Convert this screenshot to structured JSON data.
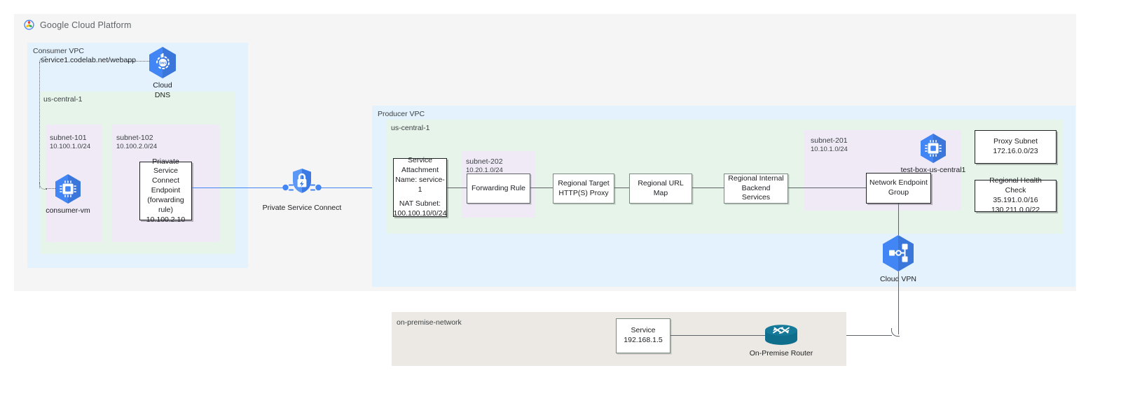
{
  "header": {
    "brand": "Google Cloud Platform",
    "logo_icon": "google-cloud-logo"
  },
  "consumer": {
    "vpc_label": "Consumer VPC",
    "region_label": "us-central-1",
    "dns_url": "service1.codelab.net/webapp",
    "cloud_dns": {
      "label": "Cloud\nDNS",
      "icon": "cloud-dns-icon"
    },
    "subnets": [
      {
        "name": "subnet-101",
        "cidr": "10.100.1.0/24"
      },
      {
        "name": "subnet-102",
        "cidr": "10.100.2.0/24"
      }
    ],
    "vm": {
      "label": "consumer-vm",
      "icon": "compute-engine-vm-icon"
    },
    "psc_endpoint": {
      "line1": "Priavate Service",
      "line2": "Connect Endpoint",
      "line3": "(forwarding rule)",
      "line4": "10.100.2.10"
    }
  },
  "psc": {
    "label": "Private Service Connect",
    "icon": "private-service-connect-icon"
  },
  "producer": {
    "vpc_label": "Producer VPC",
    "region_label": "us-central-1",
    "service_attachment": {
      "line1": "Service",
      "line2": "Attachment",
      "line3": "Name: service-1",
      "line4": "NAT Subnet:",
      "line5": "100.100.10/0/24"
    },
    "subnet_202": {
      "name": "subnet-202",
      "cidr": "10.20.1.0/24"
    },
    "forwarding_rule": "Forwarding Rule",
    "target_proxy": {
      "line1": "Regional Target",
      "line2": "HTTP(S) Proxy"
    },
    "url_map": "Regional URL Map",
    "backend_services": {
      "line1": "Regional Internal",
      "line2": "Backend Services"
    },
    "subnet_201": {
      "name": "subnet-201",
      "cidr": "10.10.1.0/24"
    },
    "test_box": {
      "label": "test-box-us-central1",
      "icon": "compute-engine-vm-icon"
    },
    "neg": {
      "line1": "Network Endpoint",
      "line2": "Group"
    },
    "proxy_subnet": {
      "line1": "Proxy Subnet",
      "line2": "172.16.0.0/23"
    },
    "health_check": {
      "line1": "Regional Health Check",
      "line2": "35.191.0.0/16",
      "line3": "130.211.0.0/22"
    }
  },
  "vpn": {
    "label": "Cloud VPN",
    "icon": "cloud-vpn-icon"
  },
  "onprem": {
    "network_label": "on-premise-network",
    "service": {
      "line1": "Service",
      "line2": "192.168.1.5"
    },
    "router": {
      "label": "On-Premise Router",
      "icon": "router-icon"
    }
  },
  "colors": {
    "vpc_blue": "#e3f2fd",
    "region_green": "#e6f4ea",
    "subnet_purple": "#f0eaf7",
    "onprem_beige": "#ece9e4",
    "outer_gray": "#f5f5f5",
    "gcp_blue": "#4285f4",
    "router_teal": "#0f6e8c"
  }
}
